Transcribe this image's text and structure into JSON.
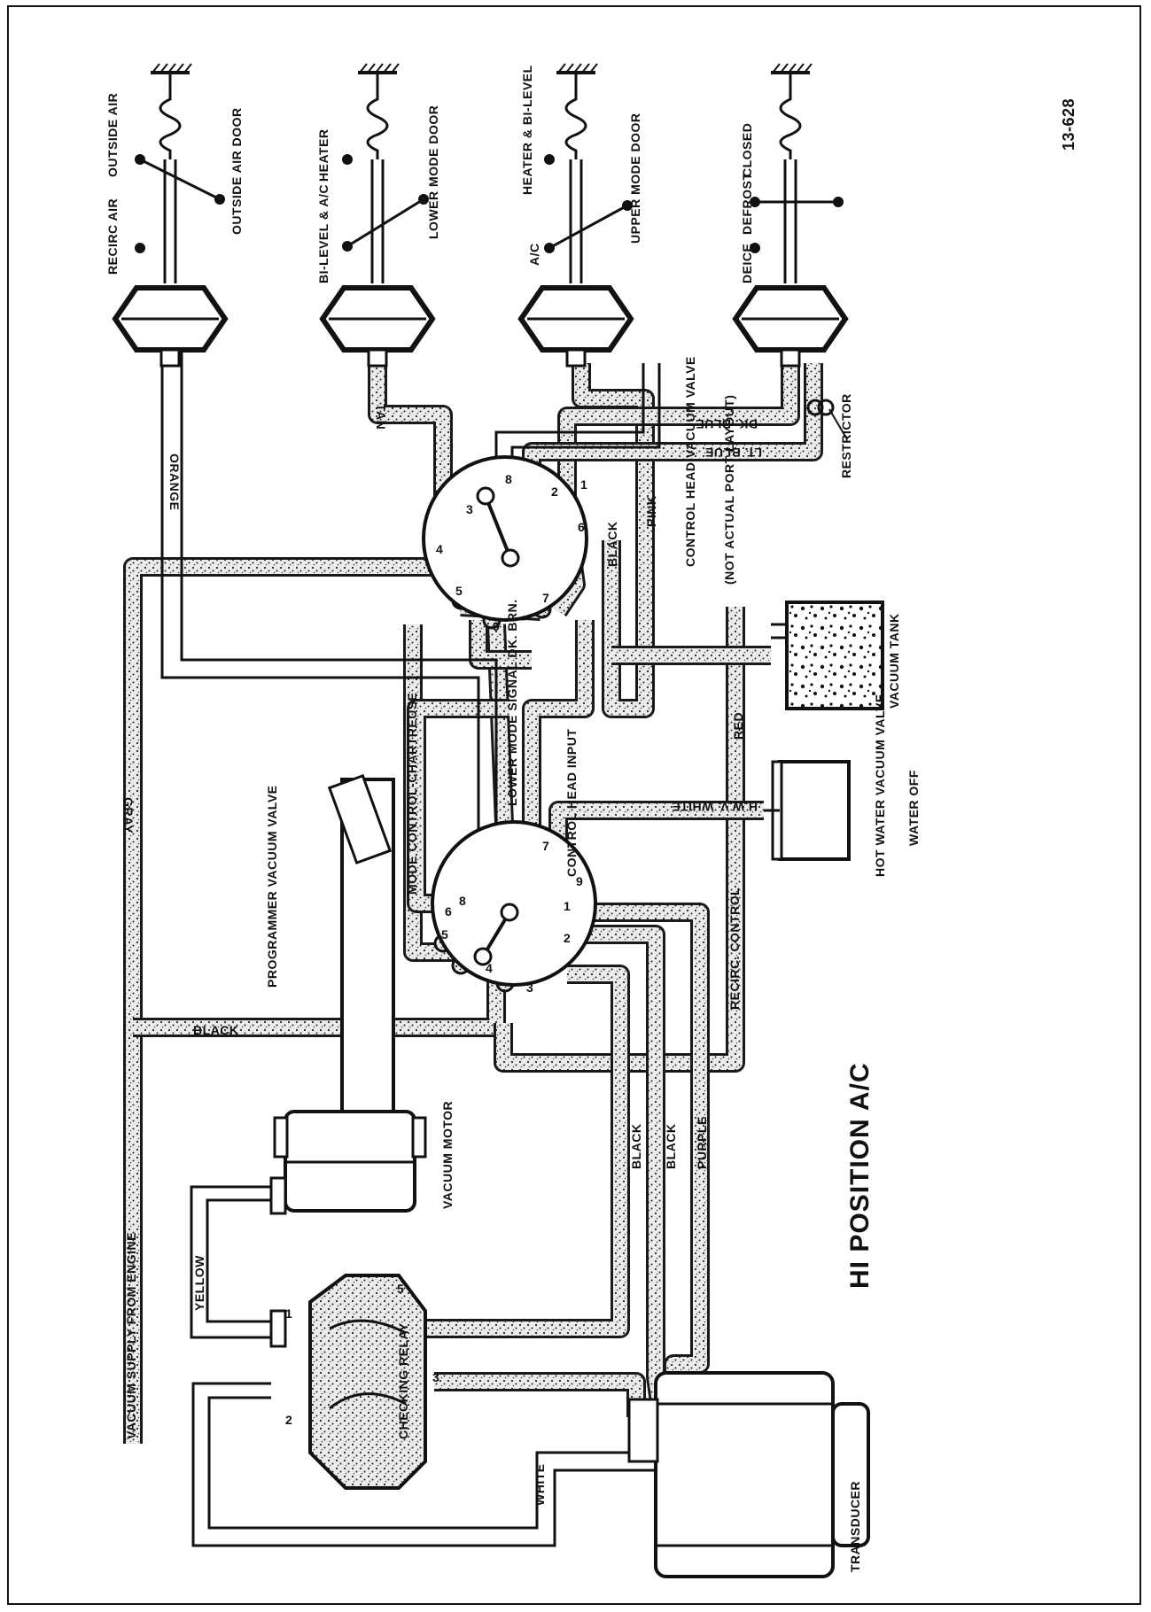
{
  "diagram_id": "13-628",
  "title": "HI POSITION A/C",
  "doors": {
    "outside_air": {
      "recirc": "RECIRC AIR",
      "outside": "OUTSIDE AIR",
      "door": "OUTSIDE AIR DOOR"
    },
    "lower_mode": {
      "bilevel": "BI-LEVEL & A/C",
      "heater": "HEATER",
      "door": "LOWER MODE DOOR"
    },
    "upper_mode": {
      "ac": "A/C",
      "heater_bilevel": "HEATER & BI-LEVEL",
      "door": "UPPER MODE DOOR"
    },
    "defrost": {
      "deice": "DEICE",
      "defrost": "DEFROST",
      "closed": "CLOSED"
    }
  },
  "components": {
    "control_head_valve": "CONTROL HEAD VACUUM VALVE",
    "not_actual": "(NOT ACTUAL PORT LAYOUT)",
    "vacuum_tank": "VACUUM TANK",
    "hot_water_valve": "HOT WATER VACUUM VALVE",
    "water_off": "WATER OFF",
    "programmer_valve": "PROGRAMMER VACUUM VALVE",
    "vacuum_motor": "VACUUM MOTOR",
    "checking_relay": "CHECKING RELAY",
    "transducer": "TRANSDUCER",
    "restrictor": "RESTRICTOR",
    "vacuum_supply": "VACUUM SUPPLY FROM ENGINE"
  },
  "hoses": {
    "tan": "TAN",
    "orange": "ORANGE",
    "gray": "GRAY",
    "black": "BLACK",
    "pink": "PINK",
    "dk_blue": "DK. BLUE",
    "lt_blue": "LT. BLUE",
    "red": "RED",
    "hwv_white": "H.W.V. WHITE",
    "mode_control": "MODE CONTROL-CHARTREUSE",
    "lower_mode_signal": "LOWER MODE SIGNAL DK. BRN.",
    "control_head_input": "CONTROL HEAD INPUT",
    "recirc_control": "RECIRC. CONTROL",
    "purple": "PURPLE",
    "yellow": "YELLOW",
    "white": "WHITE"
  },
  "ports": {
    "control_head": [
      "1",
      "2",
      "3",
      "4",
      "5",
      "6",
      "7",
      "8",
      "9"
    ],
    "programmer": [
      "1",
      "2",
      "3",
      "4",
      "5",
      "6",
      "7",
      "8",
      "9"
    ],
    "relay": [
      "1",
      "2",
      "3",
      "5"
    ]
  }
}
